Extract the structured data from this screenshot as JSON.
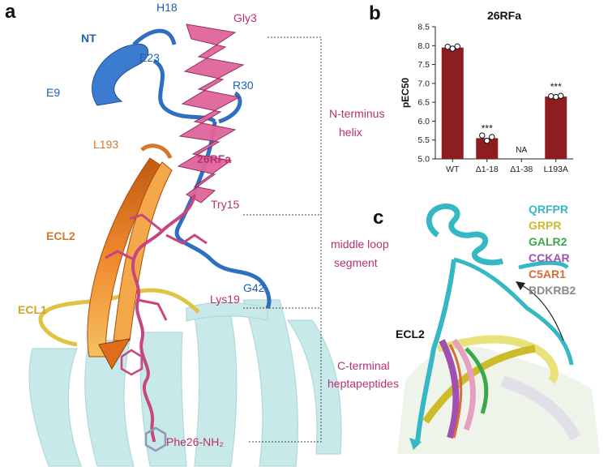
{
  "panels": {
    "a": "a",
    "b": "b",
    "c": "c"
  },
  "panel_a": {
    "labels": {
      "nt": "NT",
      "h18": "H18",
      "gly3": "Gly3",
      "e23": "E23",
      "e9": "E9",
      "r30": "R30",
      "l193": "L193",
      "rfa": "26RFa",
      "try15": "Try15",
      "ecl2": "ECL2",
      "ecl1": "ECL1",
      "lys19": "Lys19",
      "g42": "G42",
      "phe26": "Phe26-NH₂"
    },
    "segments": {
      "nterm_1": "N-terminus",
      "nterm_2": "helix",
      "middle_1": "middle loop",
      "middle_2": "segment",
      "cterm_1": "C-terminal",
      "cterm_2": "heptapeptides"
    },
    "colors": {
      "peptide": "#d24f86",
      "nt_helix": "#2f6fc0",
      "ecl2": "#e07f2b",
      "ecl1": "#e0c244",
      "receptor": "#a9dcdc"
    }
  },
  "panel_c": {
    "ecl2_label": "ECL2",
    "legend": [
      {
        "name": "QRFPR",
        "color": "#35b7c4"
      },
      {
        "name": "GRPR",
        "color": "#cdbb2a"
      },
      {
        "name": "GALR2",
        "color": "#3aa84a"
      },
      {
        "name": "CCKAR",
        "color": "#a14fb0"
      },
      {
        "name": "C5AR1",
        "color": "#d96a3a"
      },
      {
        "name": "BDKRB2",
        "color": "#8a8a8a"
      }
    ]
  },
  "chart_data": {
    "type": "bar",
    "title": "26RFa",
    "ylabel": "pEC50",
    "categories": [
      "WT",
      "Δ1-18",
      "Δ1-38",
      "L193A"
    ],
    "values": [
      7.95,
      5.55,
      null,
      6.65
    ],
    "points": [
      [
        7.97,
        7.92,
        7.98
      ],
      [
        5.62,
        5.48,
        5.58
      ],
      [],
      [
        6.66,
        6.64,
        6.67
      ]
    ],
    "bar_labels": [
      "",
      "***",
      "NA",
      "***"
    ],
    "ylim": [
      5.0,
      8.5
    ],
    "yticks": [
      "5.0",
      "5.5",
      "6.0",
      "6.5",
      "7.0",
      "7.5",
      "8.0",
      "8.5"
    ],
    "bar_color": "#8e1d22"
  }
}
